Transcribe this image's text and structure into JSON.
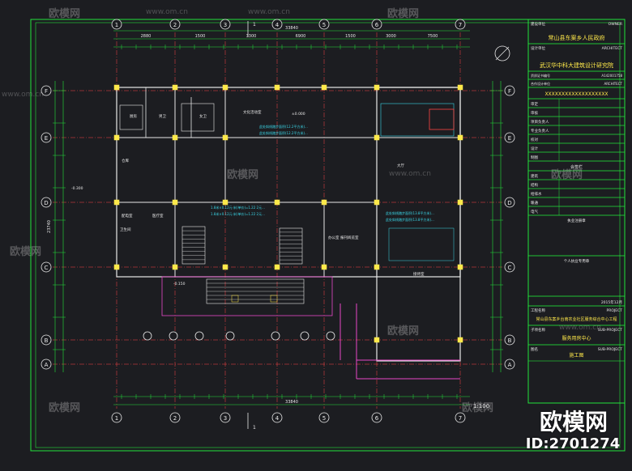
{
  "watermark": {
    "brand": "欧模网",
    "url": "www.om.cn",
    "id_label": "ID:2701274"
  },
  "drawing": {
    "grid_top": [
      "1",
      "2",
      "3",
      "4",
      "5",
      "6",
      "7"
    ],
    "grid_side": [
      "F",
      "E",
      "D",
      "C",
      "B",
      "A"
    ],
    "dims_top": [
      "2880",
      "1500",
      "3300",
      "6900",
      "1500",
      "3000",
      "7500",
      "1500"
    ],
    "total_width": "33840",
    "total_depth": "23740",
    "section_mark": "1",
    "scale_note": "1:100",
    "rooms": [
      "厨房",
      "仓库",
      "男卫",
      "女卫",
      "配电室",
      "办公室",
      "文化活动室",
      "报刊阅览室",
      "大厅",
      "医疗室",
      "卫生间",
      "接待室"
    ],
    "notes": [
      "此处斜线踏步面积(12.2平方米)...",
      "1.8米×0.12元·米(单价)=1.22 2元...",
      "此处斜线踏步面积(13.8平方米)..."
    ],
    "elevation_labels": [
      "±0.000",
      "-0.300",
      "-0.150"
    ]
  },
  "title_block": {
    "owner_label": "建设单位",
    "owner_en": "OWNER",
    "client": "常山县东案乡人民政府",
    "architect_label": "设计单位",
    "architect_en": "ARCHITECT",
    "designer": "武汉华中科大建筑设计研究院",
    "cert_label": "资质证书编号",
    "cert_no": "A142001758",
    "cooperation_label": "合作设计单位",
    "cooperation_en": "ARCHITECT",
    "xx_line": "XXXXXXXXXXXXXXXXXXX",
    "rows": [
      "审定",
      "审核",
      "项目负责人",
      "专业负责人",
      "校对",
      "设计",
      "制图"
    ],
    "signature_label": "会签栏",
    "sig_rows": [
      "建筑",
      "结构",
      "给排水",
      "暖通",
      "电气"
    ],
    "reg_seal": "执业注册章",
    "personal_seal": "个人执业专用章",
    "date": "2015年12月",
    "project_label": "工程名称",
    "project_en": "PROJECT",
    "project_name": "常山县东案乡台南农业社区服务综合中心工程",
    "sub_project_label": "子项名称",
    "sub_project_en": "SUB-PROJECT",
    "sub_project_name": "服务用房中心",
    "drawing_label": "图名",
    "drawing_en": "SUB-PROJECT",
    "drawing_title": "施工图"
  }
}
